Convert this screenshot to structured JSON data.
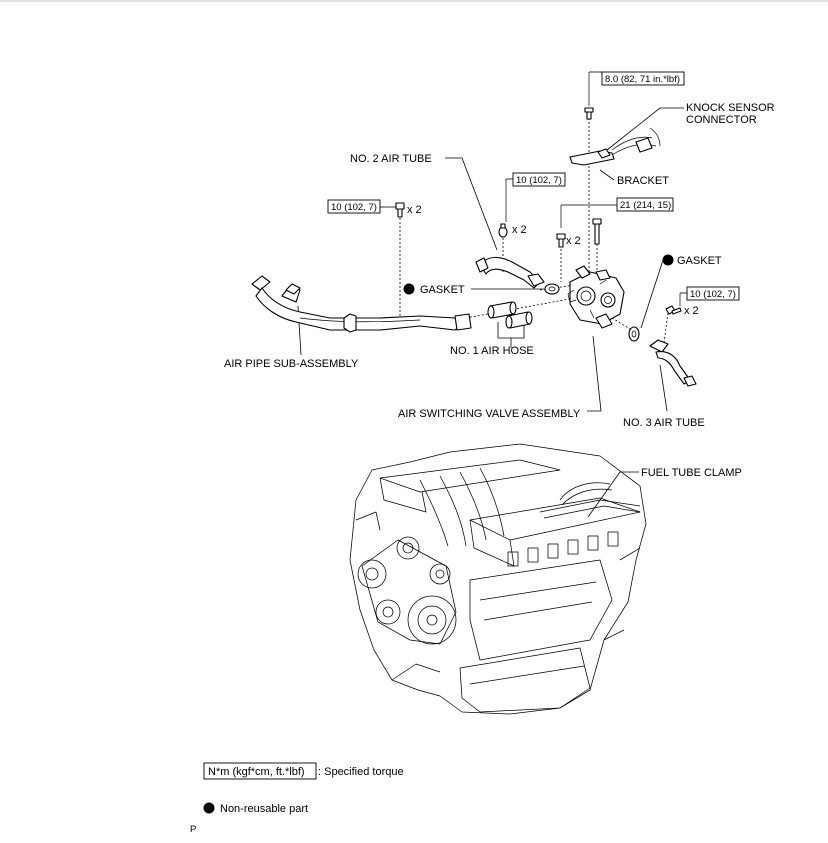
{
  "labels": {
    "knock_sensor_connector_1": "KNOCK SENSOR",
    "knock_sensor_connector_2": "CONNECTOR",
    "bracket": "BRACKET",
    "no2_air_tube": "NO. 2 AIR TUBE",
    "gasket_left": "GASKET",
    "gasket_right": "GASKET",
    "no1_air_hose": "NO. 1 AIR HOSE",
    "air_pipe_sub_assembly": "AIR PIPE SUB-ASSEMBLY",
    "air_switching_valve_assembly": "AIR SWITCHING VALVE ASSEMBLY",
    "no3_air_tube": "NO. 3 AIR TUBE",
    "fuel_tube_clamp": "FUEL TUBE CLAMP"
  },
  "torques": {
    "bracket_bolt": "8.0 (82, 71 in.*lbf)",
    "no2_tube_bolt": "10 (102, 7)",
    "air_pipe_bolt": "10 (102, 7)",
    "valve_bolt": "21 (214, 15)",
    "no3_tube_bolt": "10 (102, 7)"
  },
  "quantities": {
    "no2_tube_bolt": "x 2",
    "air_pipe_bolt": "x 2",
    "valve_bolt": "x 2",
    "no3_tube_bolt": "x 2"
  },
  "legend": {
    "torque_unit": "N*m (kgf*cm, ft.*lbf)",
    "torque_desc": ": Specified torque",
    "nonreusable_desc": "Non-reusable part"
  },
  "footer_mark": "P"
}
